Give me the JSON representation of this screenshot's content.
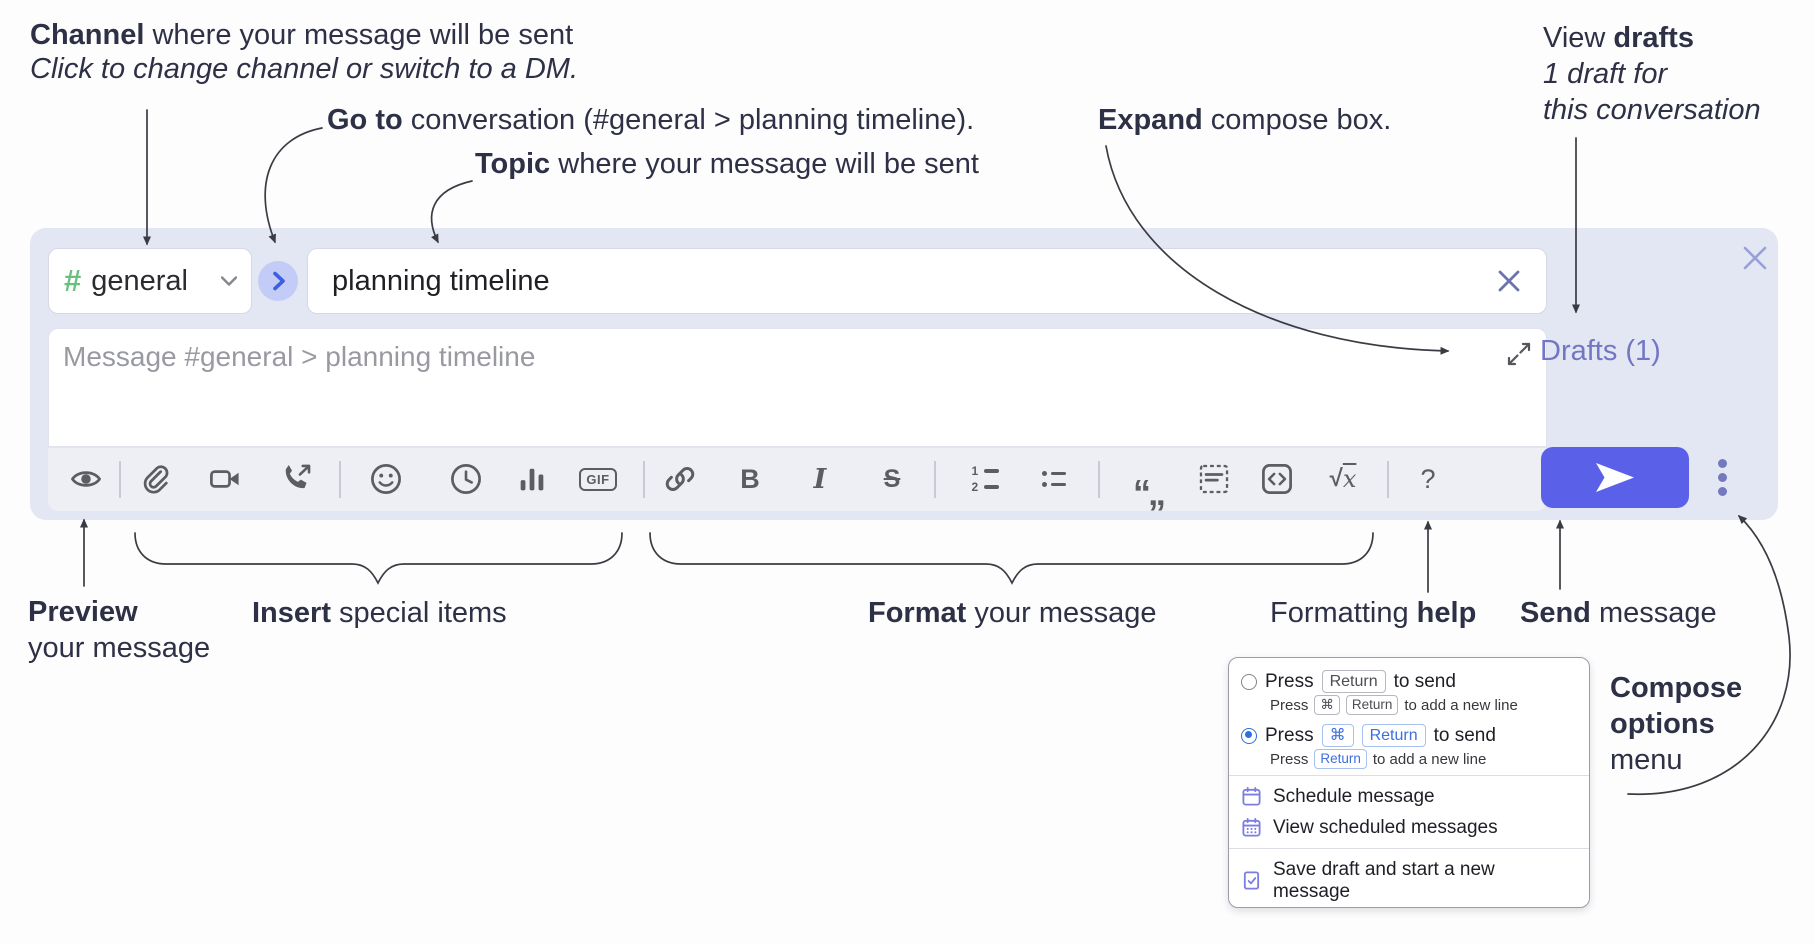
{
  "annotations": {
    "channel": {
      "bold": "Channel",
      "rest": " where your message will be sent",
      "sub": "Click to change channel or switch to a DM."
    },
    "goto": {
      "bold": "Go to",
      "rest": " conversation (#general > planning timeline)."
    },
    "topic": {
      "bold": "Topic",
      "rest": " where your message will be sent"
    },
    "expand": {
      "bold": "Expand",
      "rest": " compose box."
    },
    "drafts": {
      "line1_prefix": "View ",
      "line1_bold": "drafts",
      "line2": "1 draft for",
      "line3": "this conversation"
    },
    "preview": {
      "bold": "Preview",
      "line2": "your message"
    },
    "insert": {
      "bold": "Insert",
      "rest": " special items"
    },
    "format": {
      "bold": "Format",
      "rest": " your message"
    },
    "formatting_help": {
      "prefix": "Formatting ",
      "bold": "help"
    },
    "send": {
      "bold": "Send",
      "rest": " message"
    },
    "compose_options": {
      "line1": "Compose",
      "line2": "options",
      "line3": "menu"
    }
  },
  "compose": {
    "channel_hash": "#",
    "channel_name": "general",
    "topic_value": "planning timeline",
    "message_placeholder": "Message #general > planning timeline",
    "drafts_link": "Drafts (1)"
  },
  "toolbar": {
    "icons": [
      "preview-eye",
      "attach-paperclip",
      "start-video-call",
      "start-voice-call",
      "emoji",
      "add-global-time",
      "add-poll",
      "add-gif",
      "link",
      "bold",
      "italic",
      "strikethrough",
      "numbered-list",
      "bulleted-list",
      "quote",
      "spoiler",
      "code",
      "math",
      "message-formatting-help"
    ],
    "glyphs": {
      "bold": "B",
      "italic": "I",
      "strike": "S",
      "gif": "GIF",
      "math_root": "√",
      "math_x": "x",
      "help": "?",
      "ol_1": "1",
      "ol_2": "2",
      "quote": "“„"
    }
  },
  "popup": {
    "option1": {
      "press": "Press",
      "key": "Return",
      "tail": "to send"
    },
    "option1_sub": {
      "press": "Press",
      "key1": "⌘",
      "key2": "Return",
      "tail": "to add a new line"
    },
    "option2": {
      "press": "Press",
      "key1": "⌘",
      "key2": "Return",
      "tail": "to send"
    },
    "option2_sub": {
      "press": "Press",
      "key": "Return",
      "tail": "to add a new line"
    },
    "schedule": "Schedule message",
    "view_scheduled": "View scheduled messages",
    "save_draft": "Save draft and start a new message"
  },
  "colors": {
    "container": "#e3e6f3",
    "send_button": "#5a61e8",
    "drafts_link": "#7276c3",
    "channel_hash": "#68c07e",
    "radio_selected": "#2f6fdf",
    "popup_icon": "#7b7de0"
  }
}
